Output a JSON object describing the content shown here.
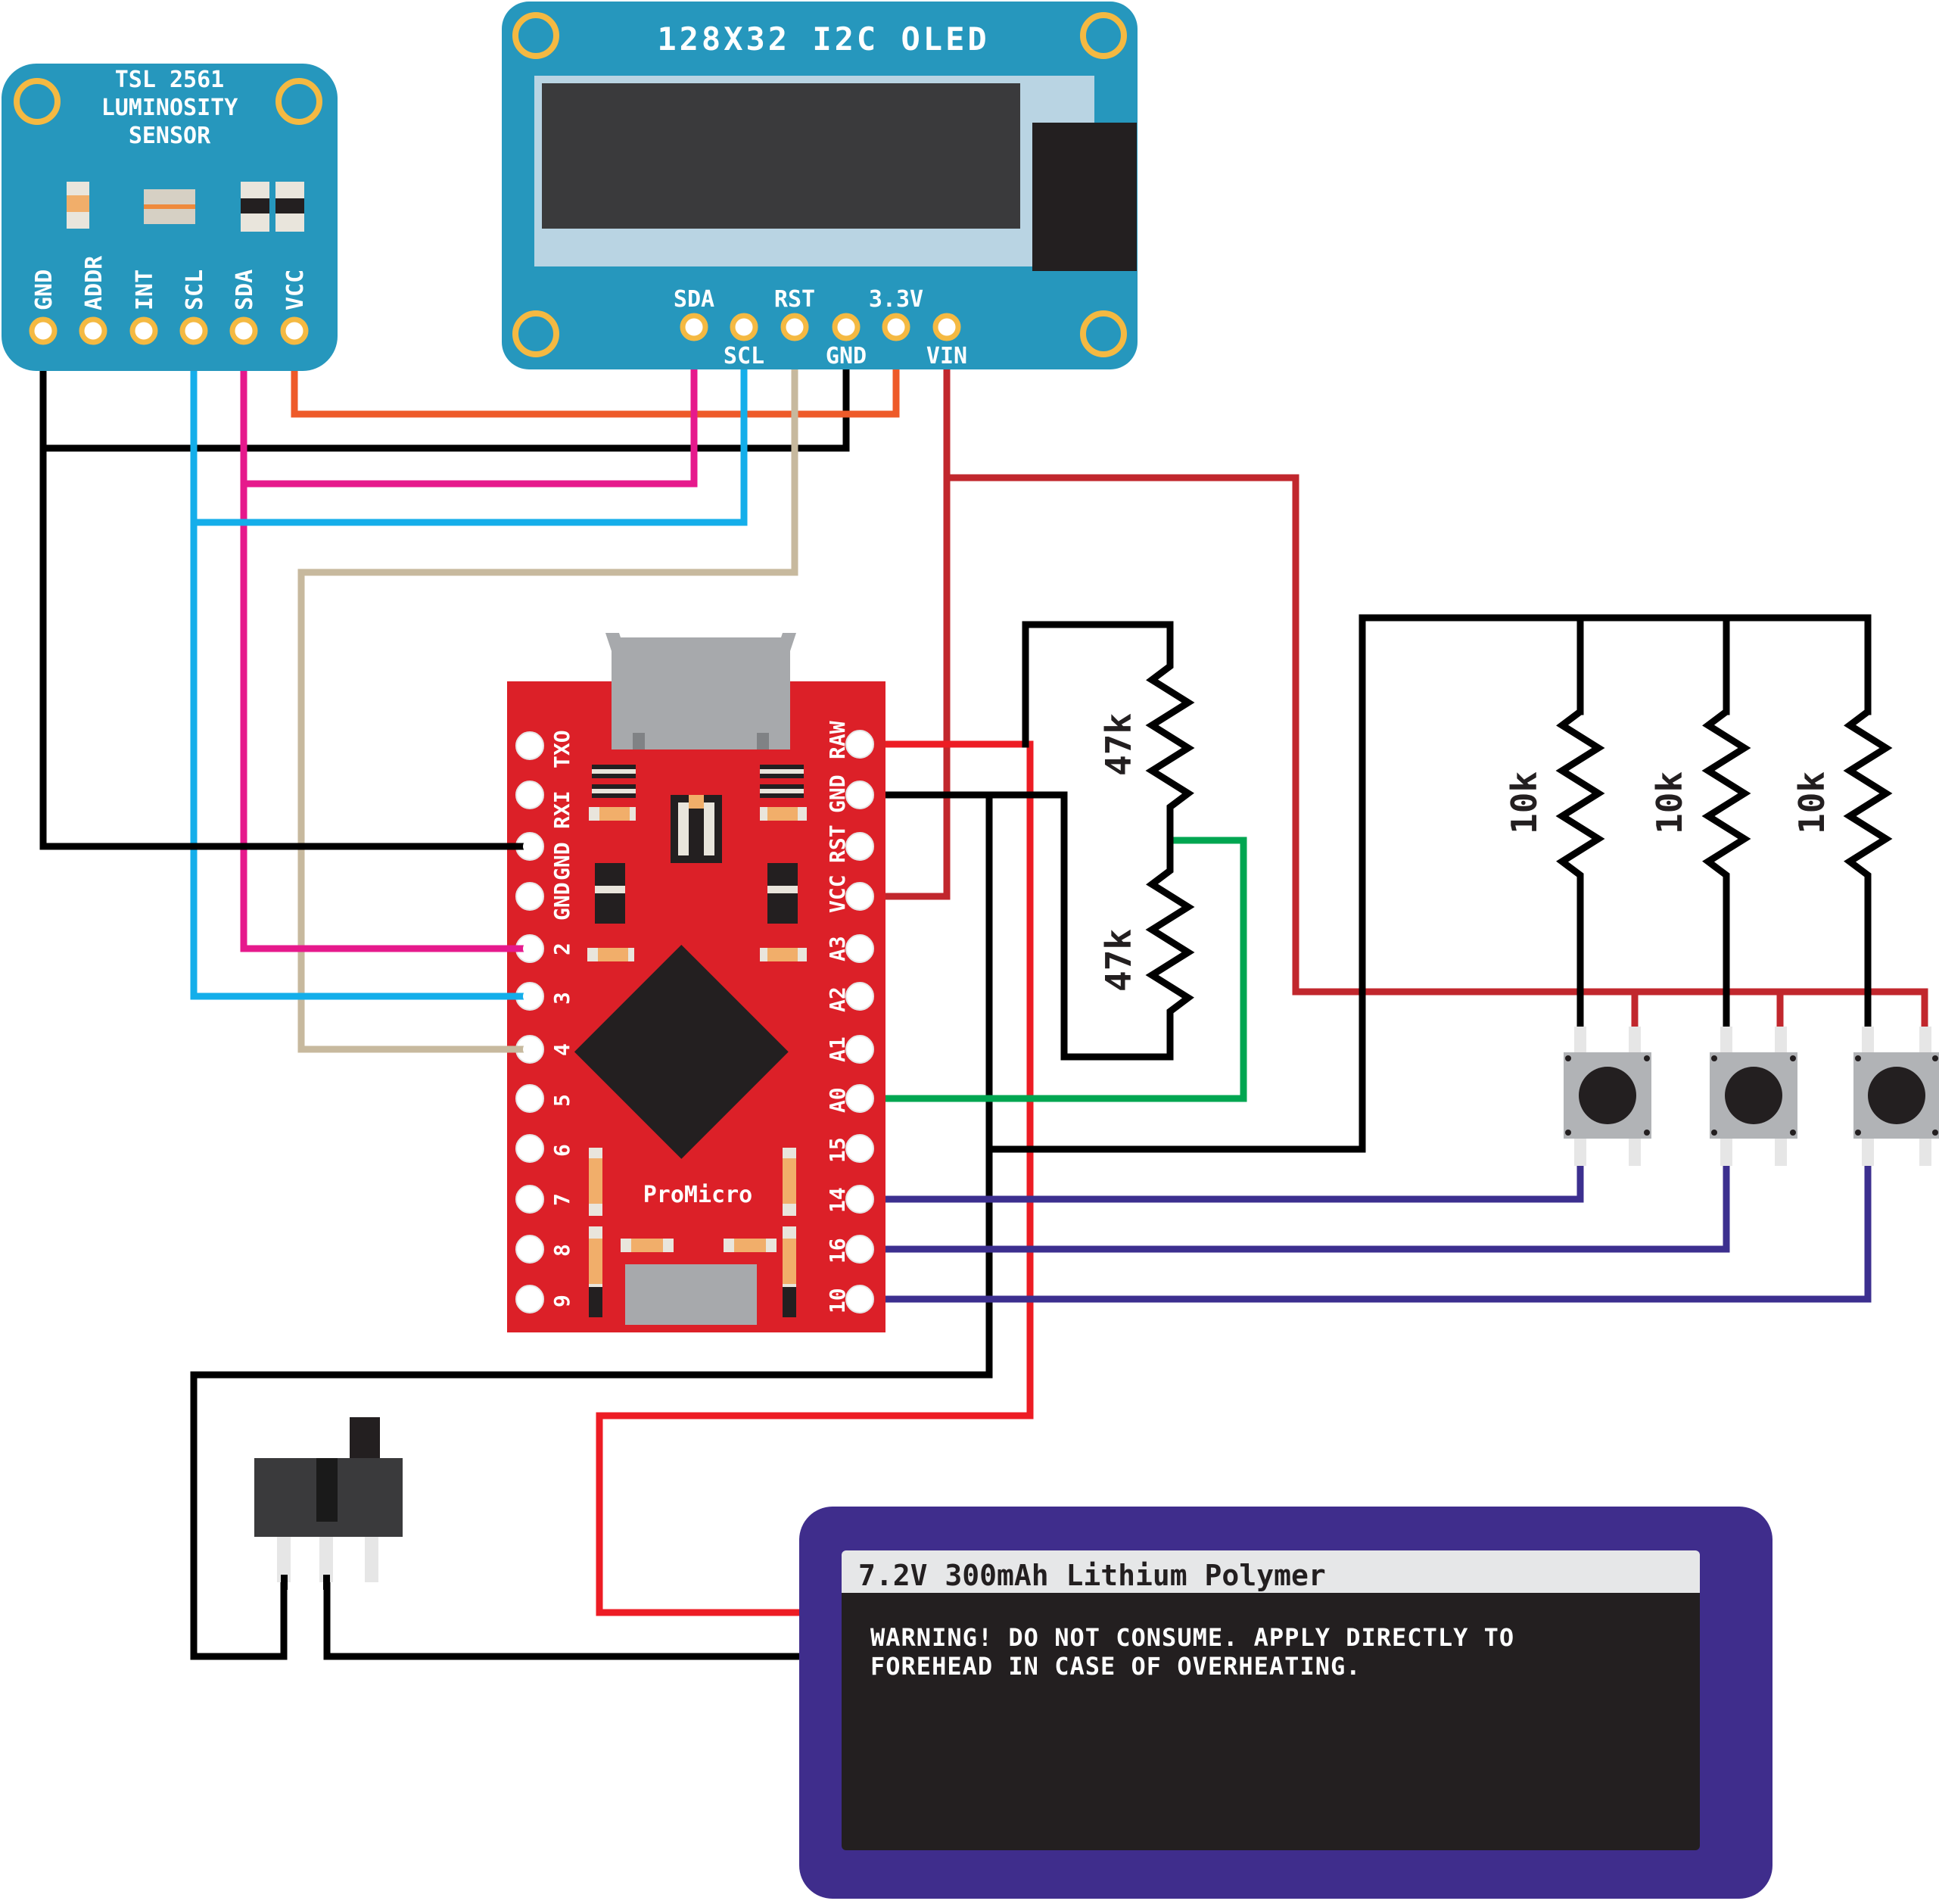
{
  "colors": {
    "blue_board": "#2697bd",
    "red_board": "#dc2028",
    "battery": "#3f2d8c",
    "pad": "#f4b942",
    "wire_gnd": "#000000",
    "wire_sda": "#e6198c",
    "wire_scl": "#14aeea",
    "wire_rst": "#c7b99e",
    "wire_vcc": "#ee5a29",
    "wire_vin": "#c1272d",
    "wire_raw": "#ed1c24",
    "wire_a0": "#00a651",
    "wire_btn": "#3c2f8f"
  },
  "sensor": {
    "title_line1": "TSL 2561",
    "title_line2": "LUMINOSITY",
    "title_line3": "SENSOR",
    "pins": [
      "GND",
      "ADDR",
      "INT",
      "SCL",
      "SDA",
      "VCC"
    ]
  },
  "oled": {
    "title": "128X32 I2C OLED",
    "pins_top": [
      "SDA",
      "RST",
      "3.3V"
    ],
    "pins_bottom": [
      "SCL",
      "GND",
      "VIN"
    ]
  },
  "promicro": {
    "label": "ProMicro",
    "left_pins": [
      "TXO",
      "RXI",
      "GND",
      "GND",
      "2",
      "3",
      "4",
      "5",
      "6",
      "7",
      "8",
      "9"
    ],
    "right_pins": [
      "RAW",
      "GND",
      "RST",
      "VCC",
      "A3",
      "A2",
      "A1",
      "A0",
      "15",
      "14",
      "16",
      "10"
    ]
  },
  "resistors": {
    "divider": [
      "47k",
      "47k"
    ],
    "pullups": [
      "10k",
      "10k",
      "10k"
    ]
  },
  "battery": {
    "title": "7.2V 300mAh Lithium Polymer",
    "warning_line1": "WARNING! DO NOT CONSUME. APPLY DIRECTLY TO",
    "warning_line2": "FOREHEAD IN CASE OF OVERHEATING."
  }
}
